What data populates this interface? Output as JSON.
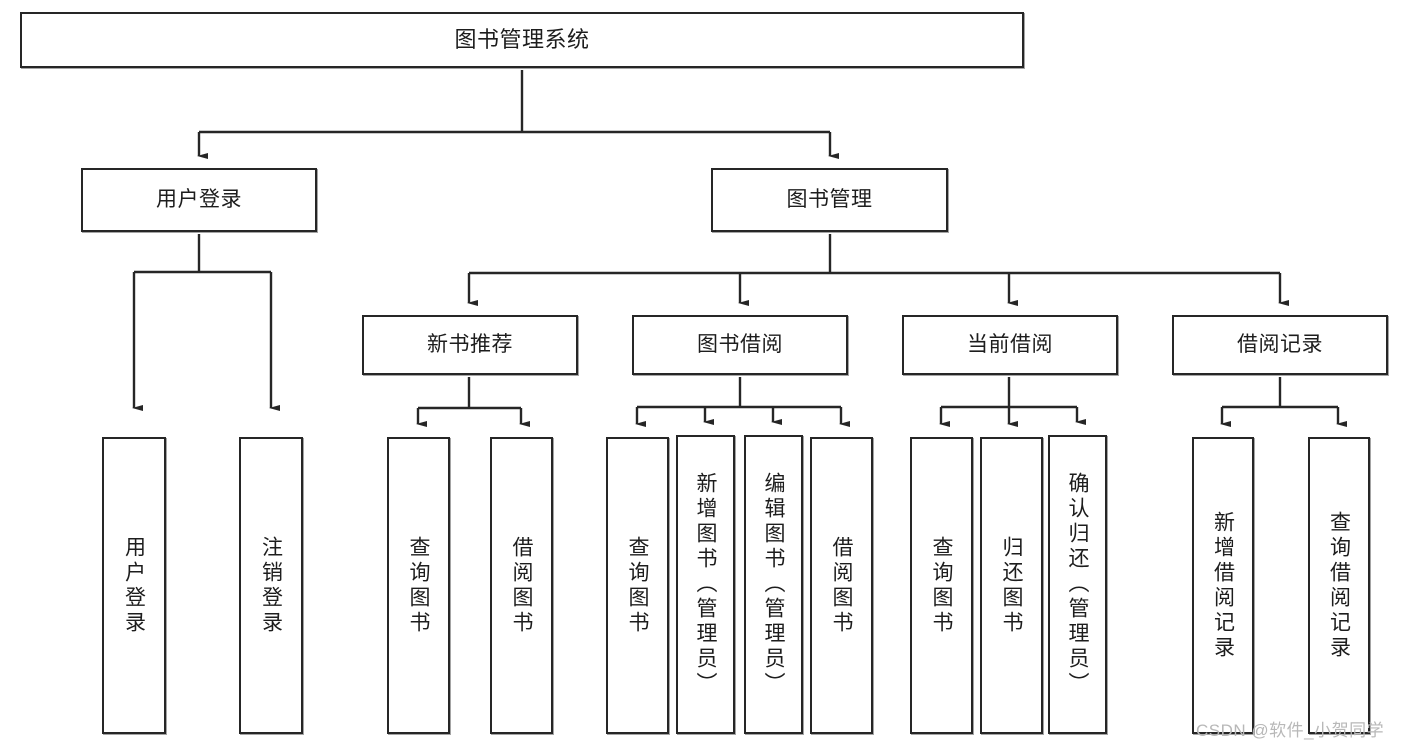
{
  "diagram": {
    "title": "图书管理系统",
    "type": "tree-hierarchy-chart",
    "watermark": "CSDN @软件_小贺同学",
    "nodes": {
      "root": {
        "label": "图书管理系统"
      },
      "level2": [
        {
          "label": "用户登录"
        },
        {
          "label": "图书管理"
        }
      ],
      "level3": [
        {
          "label": "新书推荐"
        },
        {
          "label": "图书借阅"
        },
        {
          "label": "当前借阅"
        },
        {
          "label": "借阅记录"
        }
      ],
      "leaves": {
        "user_login": [
          {
            "label": "用户登录"
          },
          {
            "label": "注销登录"
          }
        ],
        "new_book_recommend": [
          {
            "label": "查询图书"
          },
          {
            "label": "借阅图书"
          }
        ],
        "book_borrow": [
          {
            "label": "查询图书"
          },
          {
            "label": "新增图书（管理员）"
          },
          {
            "label": "编辑图书（管理员）"
          },
          {
            "label": "借阅图书"
          }
        ],
        "current_borrow": [
          {
            "label": "查询图书"
          },
          {
            "label": "归还图书"
          },
          {
            "label": "确认归还（管理员）"
          }
        ],
        "borrow_record": [
          {
            "label": "新增借阅记录"
          },
          {
            "label": "查询借阅记录"
          }
        ]
      }
    },
    "colors": {
      "stroke": "#262626",
      "background": "#ffffff",
      "text": "#1d1d1d",
      "watermark": "#b8b8b8"
    }
  }
}
